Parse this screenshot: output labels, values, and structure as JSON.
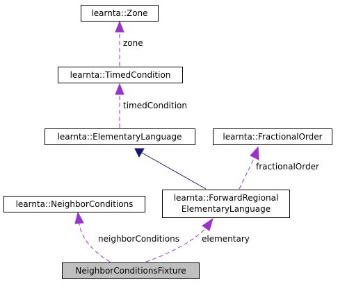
{
  "nodes": {
    "zone": {
      "label": "learnta::Zone"
    },
    "timed_condition": {
      "label": "learnta::TimedCondition"
    },
    "elementary_language": {
      "label": "learnta::ElementaryLanguage"
    },
    "fractional_order": {
      "label": "learnta::FractionalOrder"
    },
    "neighbor_conditions": {
      "label": "learnta::NeighborConditions"
    },
    "forward_regional": {
      "label_line1": "learnta::ForwardRegional",
      "label_line2": "ElementaryLanguage"
    },
    "fixture": {
      "label": "NeighborConditionsFixture"
    }
  },
  "edges": {
    "zone": "zone",
    "timed_condition": "timedCondition",
    "fractional_order": "fractionalOrder",
    "neighbor_conditions": "neighborConditions",
    "elementary": "elementary"
  },
  "colors": {
    "usage_edge": "#9a32cd",
    "inheritance_edge": "#191970",
    "highlighted_node": "#bfbfbf"
  }
}
